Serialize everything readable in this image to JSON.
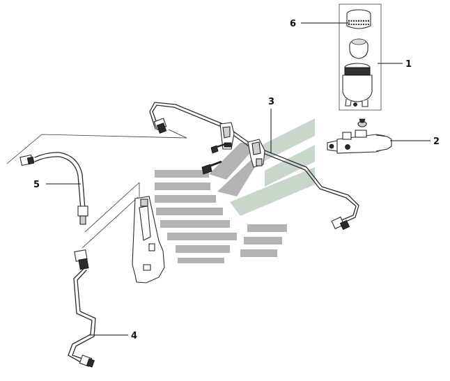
{
  "callouts": [
    {
      "id": "1",
      "label": "1"
    },
    {
      "id": "2",
      "label": "2"
    },
    {
      "id": "3",
      "label": "3"
    },
    {
      "id": "4",
      "label": "4"
    },
    {
      "id": "5",
      "label": "5"
    },
    {
      "id": "6",
      "label": "6"
    }
  ],
  "colors": {
    "line": "#2a2a2a",
    "watermark_gray": "#b3b3b3",
    "watermark_green": "#c9d7ca"
  }
}
